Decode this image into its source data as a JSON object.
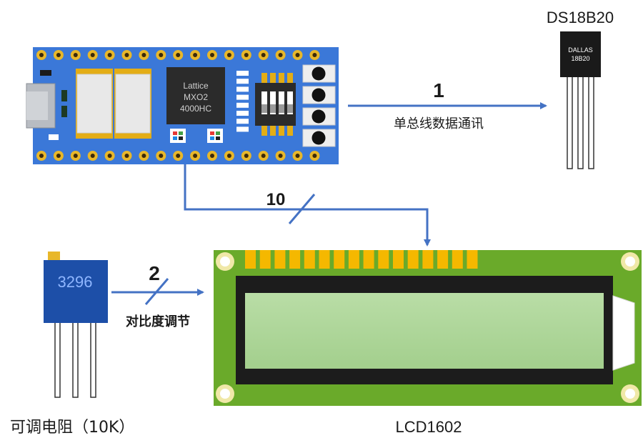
{
  "fpga_board": {
    "chip_line1": "Lattice",
    "chip_line2": "MXO2",
    "chip_line3": "4000HC"
  },
  "sensor": {
    "title": "DS18B20",
    "marking_line1": "DALLAS",
    "marking_line2": "18B20"
  },
  "potentiometer": {
    "marking": "3296",
    "caption": "可调电阻（10K）"
  },
  "lcd": {
    "caption": "LCD1602"
  },
  "connections": {
    "sensor_bus_count": "1",
    "sensor_bus_label": "单总线数据通讯",
    "lcd_bus_count": "10",
    "pot_bus_count": "2",
    "pot_bus_label": "对比度调节"
  },
  "colors": {
    "board_blue": "#3b78d8",
    "wire_blue": "#4472c4",
    "pad_gold": "#e3ad16",
    "lcd_pcb_green": "#6aaa2a",
    "lcd_screen_green": "#aed69a",
    "pot_blue": "#1d4fa8"
  }
}
